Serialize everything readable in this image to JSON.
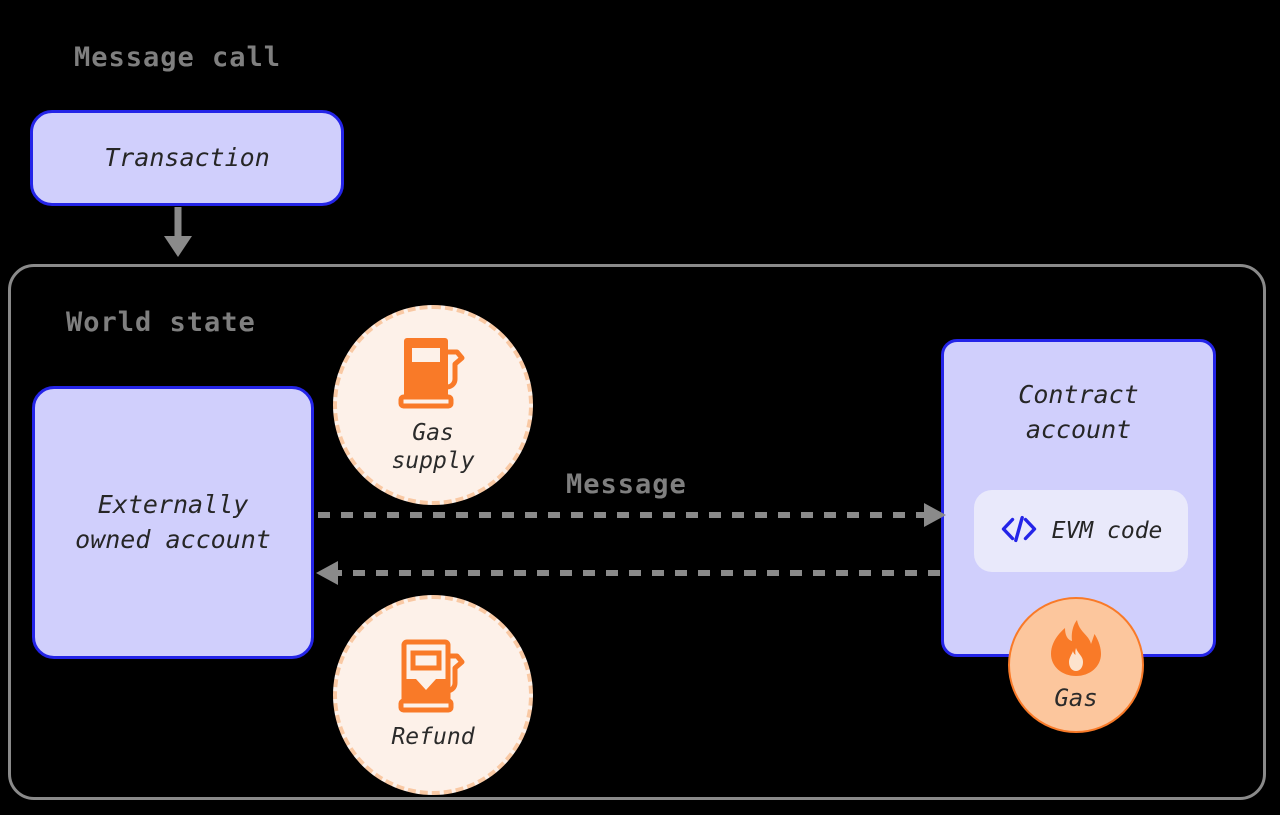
{
  "diagram": {
    "title": "Message call",
    "background_color": "#000000",
    "accent_blue": "#2424e8",
    "accent_orange": "#f97a28",
    "node_fill": "#d0cffc",
    "circle_fill": "#fdf1e9",
    "label_gray": "#7f7f7f"
  },
  "labels": {
    "message_call": "Message call",
    "world_state": "World state",
    "message": "Message"
  },
  "nodes": {
    "transaction": {
      "label": "Transaction"
    },
    "externally_owned_account": {
      "label": "Externally\nowned account"
    },
    "contract_account": {
      "label": "Contract\naccount",
      "evm_chip": {
        "label": "EVM code",
        "icon": "code-brackets-icon"
      }
    }
  },
  "badges": {
    "gas_supply": {
      "caption": "Gas\nsupply",
      "icon": "gas-pump-full-icon"
    },
    "refund": {
      "caption": "Refund",
      "icon": "gas-pump-low-icon"
    },
    "gas": {
      "caption": "Gas",
      "icon": "flame-icon"
    }
  },
  "arrows": [
    {
      "name": "transaction-to-world-state",
      "style": "solid",
      "direction": "down",
      "label": ""
    },
    {
      "name": "eoa-to-contract",
      "style": "dashed",
      "direction": "right",
      "label": "Message"
    },
    {
      "name": "contract-to-eoa",
      "style": "dashed",
      "direction": "left",
      "label": ""
    }
  ]
}
